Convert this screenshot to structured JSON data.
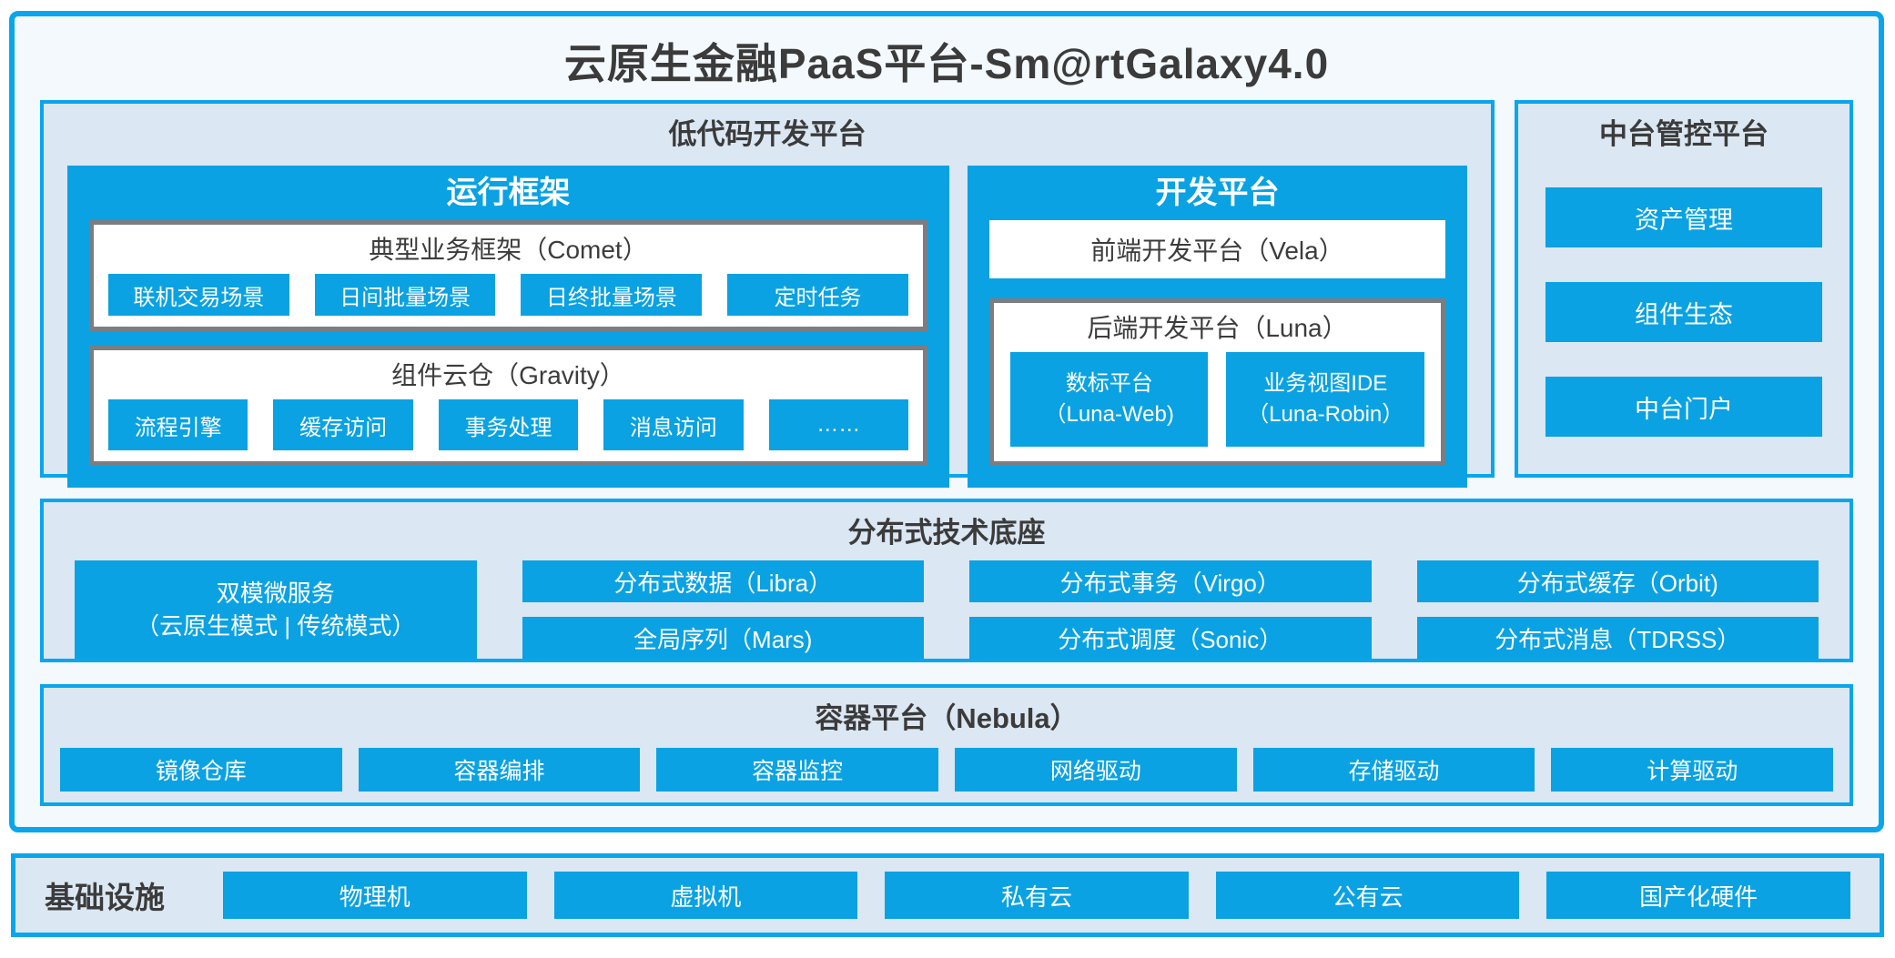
{
  "page": {
    "title": "云原生金融PaaS平台-Sm@rtGalaxy4.0"
  },
  "colors": {
    "accent_fill": "#0AA2E2",
    "accent_border": "#0AA6EB",
    "panel_bg": "#DBE7F3",
    "page_bg": "#F3F9FD",
    "gray_border": "#7B7D82",
    "dark_text": "#3C3C3C"
  },
  "low_code": {
    "title": "低代码开发平台",
    "runtime": {
      "title": "运行框架",
      "comet": {
        "title": "典型业务框架（Comet）",
        "items": [
          "联机交易场景",
          "日间批量场景",
          "日终批量场景",
          "定时任务"
        ]
      },
      "gravity": {
        "title": "组件云仓（Gravity）",
        "items": [
          "流程引擎",
          "缓存访问",
          "事务处理",
          "消息访问",
          "……"
        ]
      }
    },
    "dev": {
      "title": "开发平台",
      "vela": "前端开发平台（Vela）",
      "luna": {
        "title": "后端开发平台（Luna）",
        "items": [
          {
            "line1": "数标平台",
            "line2": "（Luna-Web)"
          },
          {
            "line1": "业务视图IDE",
            "line2": "（Luna-Robin）"
          }
        ]
      }
    }
  },
  "mid_platform": {
    "title": "中台管控平台",
    "items": [
      "资产管理",
      "组件生态",
      "中台门户"
    ]
  },
  "distributed": {
    "title": "分布式技术底座",
    "dual_mode": {
      "line1": "双模微服务",
      "line2": "（云原生模式 | 传统模式）"
    },
    "columns": [
      [
        "分布式数据（Libra）",
        "全局序列（Mars)"
      ],
      [
        "分布式事务（Virgo）",
        "分布式调度（Sonic）"
      ],
      [
        "分布式缓存（Orbit)",
        "分布式消息（TDRSS）"
      ]
    ]
  },
  "container_platform": {
    "title": "容器平台（Nebula）",
    "items": [
      "镜像仓库",
      "容器编排",
      "容器监控",
      "网络驱动",
      "存储驱动",
      "计算驱动"
    ]
  },
  "infrastructure": {
    "title": "基础设施",
    "items": [
      "物理机",
      "虚拟机",
      "私有云",
      "公有云",
      "国产化硬件"
    ]
  }
}
